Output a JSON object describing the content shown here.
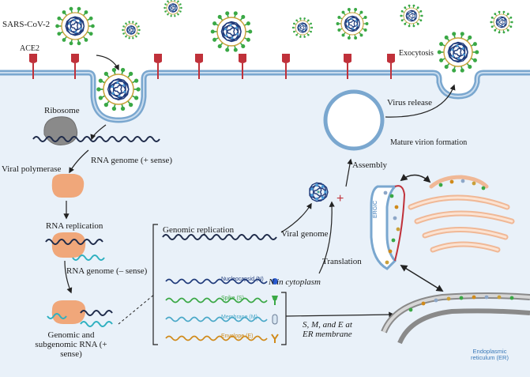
{
  "labels": {
    "sars_cov_2": "SARS-CoV-2",
    "ace2": "ACE2",
    "exocytosis": "Exocytosis",
    "virus_release": "Virus release",
    "mature_virion": "Mature virion formation",
    "ribosome": "Ribosome",
    "rna_genome_plus": "RNA genome (+ sense)",
    "viral_polymerase": "Viral polymerase",
    "rna_replication": "RNA replication",
    "rna_genome_minus": "RNA genome (– sense)",
    "genomic_subgenomic": "Genomic and subgenomic RNA (+ sense)",
    "genomic_replication": "Genomic replication",
    "viral_genome": "Viral genome",
    "assembly": "Assembly",
    "translation": "Translation",
    "n_in_cytoplasm": "N in cytoplasm",
    "ergic": "ERGIC",
    "smE": "S, M, and E at ER membrane",
    "er": "Endoplasmic reticulum (ER)",
    "plus_sign": "+"
  },
  "proteins": [
    {
      "name": "Nucleocapsid (N)",
      "color": "#1f3a7a",
      "icon": "blue-dot-icon"
    },
    {
      "name": "Spike (S)",
      "color": "#3aa845",
      "icon": "spike-icon"
    },
    {
      "name": "Membrane (M)",
      "color": "#4aa8c8",
      "icon": "membrane-protein-icon"
    },
    {
      "name": "Envelope (E)",
      "color": "#d08a1a",
      "icon": "envelope-protein-icon"
    }
  ],
  "colors": {
    "membrane": "#7aa7cf",
    "cytoplasm": "#e9f1f9",
    "virion_spike": "#3aa845",
    "virion_core": "#1f3a7a",
    "ace2": "#c0313a",
    "polymerase": "#f0a77a",
    "rna_dark": "#1f2b4a",
    "rna_teal": "#2fb0c0"
  }
}
